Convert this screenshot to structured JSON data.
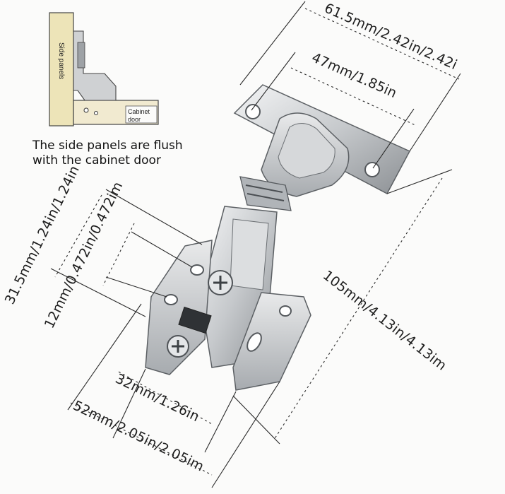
{
  "inset": {
    "side_panels_label": "Side panels",
    "cabinet_label_line1": "Cabinet",
    "cabinet_label_line2": "door"
  },
  "caption": {
    "line1": "The side panels are flush",
    "line2": "with the cabinet door"
  },
  "dimensions": {
    "overall_width": "61.5mm/2.42in/2.42i",
    "cup_spacing": "47mm/1.85in",
    "length": "105mm/4.13in/4.13im",
    "plate_height": "31.5mm/1.24in/1.24in",
    "hole_offset": "12mm/0.472in/0.472im",
    "plate_width": "32mm/1.26in",
    "base_width": "52mm/2.05in/2.05im"
  },
  "colors": {
    "metal_light": "#e6e8ea",
    "metal_mid": "#b9bcc0",
    "metal_dark": "#6f7378",
    "inset_wood": "#ece3b9"
  }
}
